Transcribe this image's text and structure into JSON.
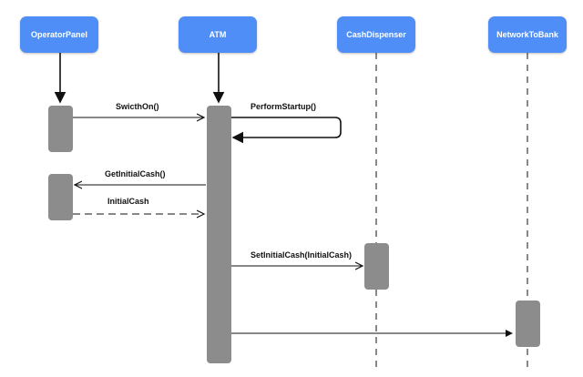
{
  "participants": [
    {
      "id": "operator",
      "label": "OperatorPanel"
    },
    {
      "id": "atm",
      "label": "ATM"
    },
    {
      "id": "cash",
      "label": "CashDispenser"
    },
    {
      "id": "network",
      "label": "NetworkToBank"
    }
  ],
  "messages": [
    {
      "label": "SwicthOn()",
      "from": "OperatorPanel",
      "to": "ATM",
      "style": "solid"
    },
    {
      "label": "PerformStartup()",
      "from": "ATM",
      "to": "ATM",
      "style": "solid"
    },
    {
      "label": "GetInitialCash()",
      "from": "ATM",
      "to": "OperatorPanel",
      "style": "solid"
    },
    {
      "label": "InitialCash",
      "from": "OperatorPanel",
      "to": "ATM",
      "style": "dashed"
    },
    {
      "label": "SetInitialCash(InitialCash)",
      "from": "ATM",
      "to": "CashDispenser",
      "style": "solid"
    },
    {
      "label": "",
      "from": "ATM",
      "to": "NetworkToBank",
      "style": "solid"
    }
  ],
  "colors": {
    "participant_fill": "#4f8ef7",
    "activation_fill": "#8c8c8c",
    "line": "#111111"
  }
}
